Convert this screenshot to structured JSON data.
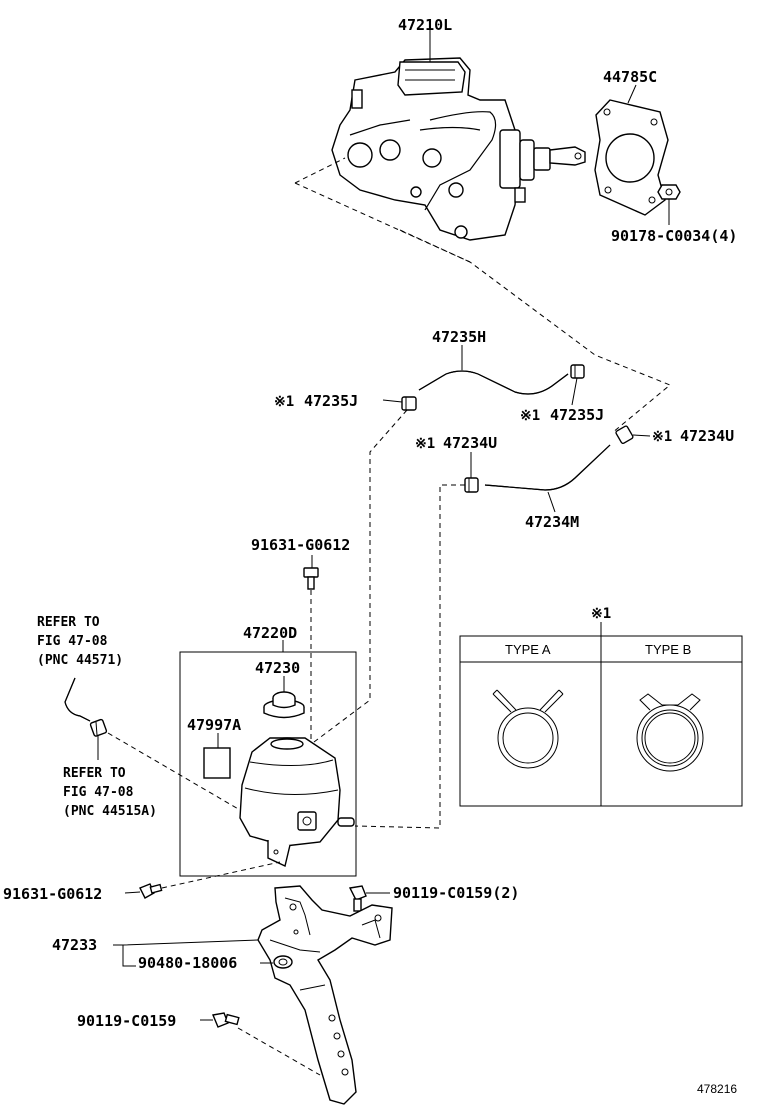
{
  "labels": {
    "p47210L": "47210L",
    "p44785C": "44785C",
    "p90178": "90178-C0034(4)",
    "p47235H": "47235H",
    "p47235J_left": "47235J",
    "p47235J_right": "47235J",
    "p47234U_right": "47234U",
    "p47234U_left": "47234U",
    "p47234M": "47234M",
    "p91631_top": "91631-G0612",
    "p47220D": "47220D",
    "p47230": "47230",
    "p47997A": "47997A",
    "p91631_bottom": "91631-G0612",
    "p90119_2": "90119-C0159(2)",
    "p47233": "47233",
    "p90480": "90480-18006",
    "p90119": "90119-C0159"
  },
  "mark": "※1",
  "refer1": {
    "line1": "REFER TO",
    "line2": "FIG 47-08",
    "line3": "(PNC 44571)"
  },
  "refer2": {
    "line1": "REFER TO",
    "line2": "FIG 47-08",
    "line3": "(PNC 44515A)"
  },
  "type_table": {
    "col_a": "TYPE A",
    "col_b": "TYPE B"
  },
  "figure_number": "478216"
}
